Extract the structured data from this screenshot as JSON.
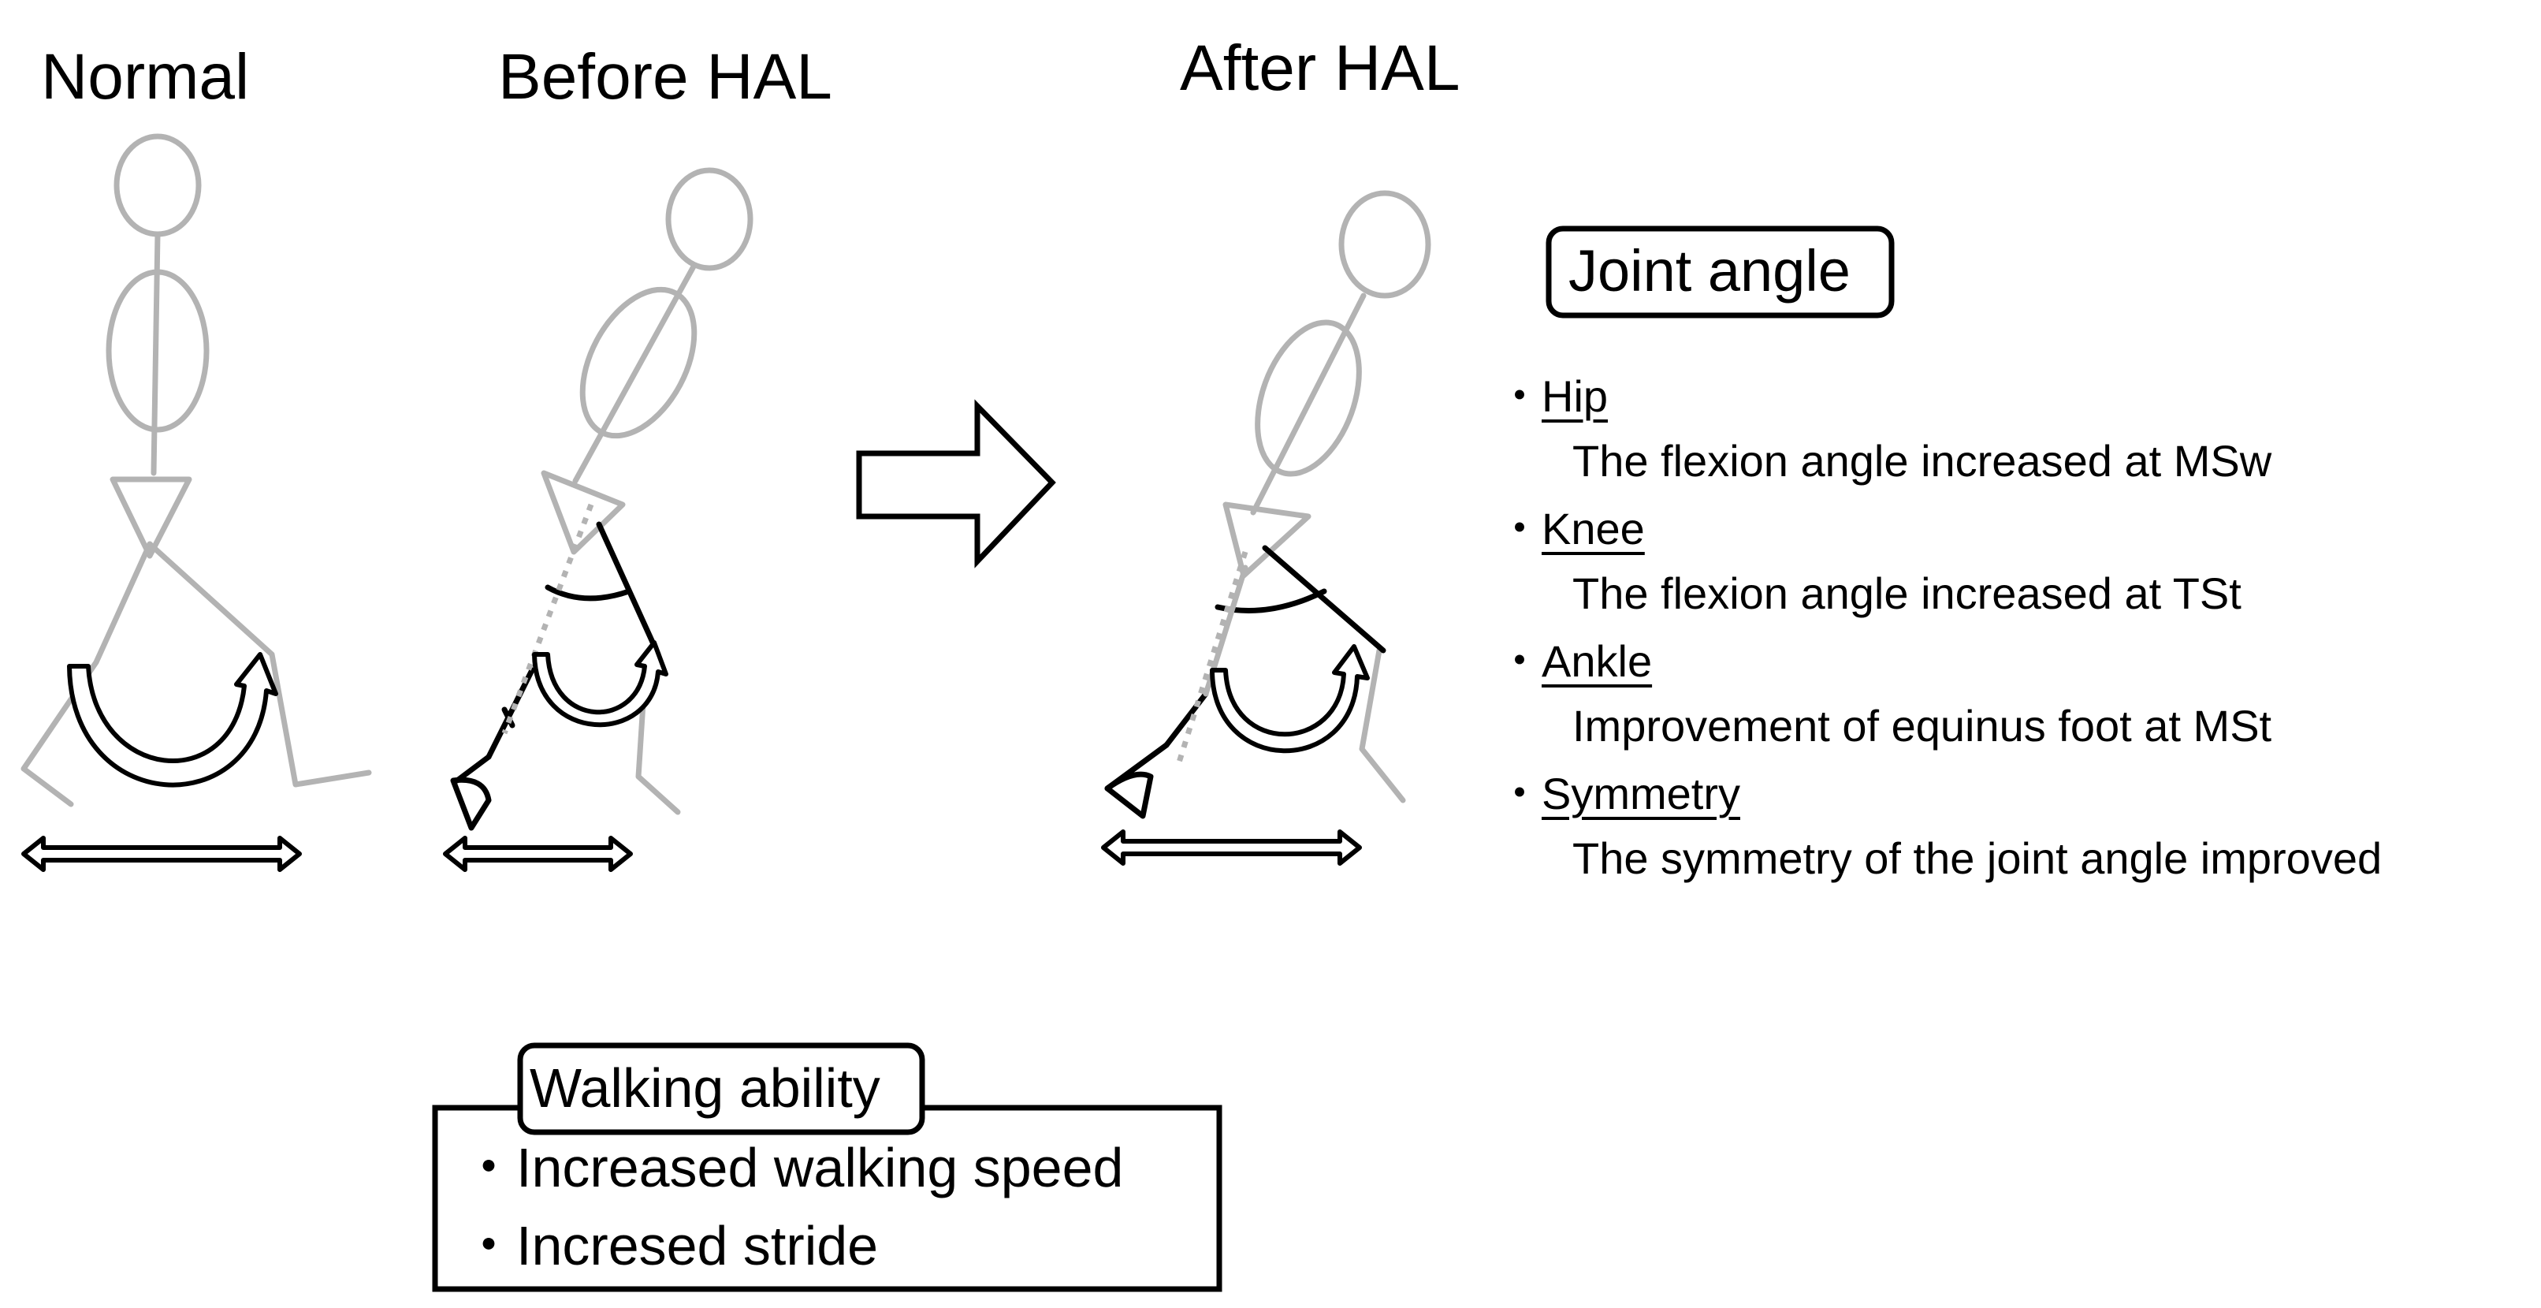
{
  "panels": {
    "normal_label": "Normal",
    "before_label": "Before HAL",
    "after_label": "After HAL"
  },
  "joint_angle": {
    "title": "Joint angle",
    "items": [
      {
        "bullet": "・",
        "name": "Hip",
        "desc": "The flexion angle increased at MSw"
      },
      {
        "bullet": "・",
        "name": "Knee",
        "desc": "The flexion angle increased at TSt"
      },
      {
        "bullet": "・",
        "name": "Ankle",
        "desc": "Improvement of equinus foot at MSt"
      },
      {
        "bullet": "・",
        "name": "Symmetry",
        "desc": "The symmetry of the joint angle improved"
      }
    ]
  },
  "walking_ability": {
    "title": "Walking ability",
    "items": [
      {
        "bullet": "・",
        "text": "Increased walking speed"
      },
      {
        "bullet": "・",
        "text": "Incresed stride"
      }
    ]
  },
  "colors": {
    "figure_gray": "#b3b3b3",
    "highlight": "#000000",
    "background": "#ffffff"
  }
}
